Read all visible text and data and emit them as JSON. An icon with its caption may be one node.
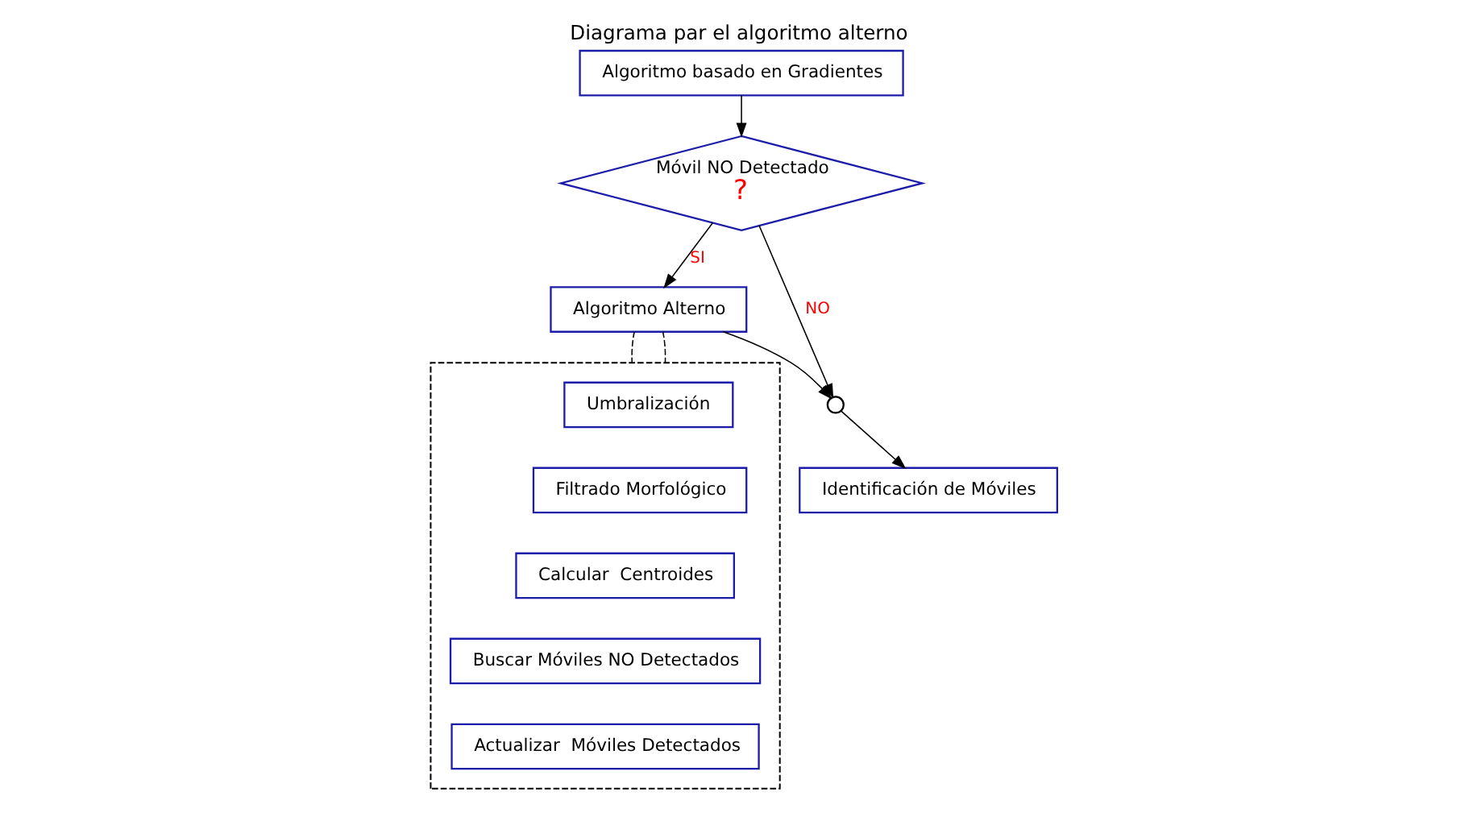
{
  "diagram": {
    "title": "Diagrama par el algoritmo alterno",
    "nodes": [
      {
        "text": [
          "Algoritmo basado en Gradientes"
        ]
      },
      {
        "text": [
          "Móvil NO Detectado",
          "?"
        ]
      },
      {
        "text": [
          "Algoritmo Alterno"
        ]
      },
      {
        "text": [],
        "shape": "circle"
      },
      {
        "text": [
          "Identificación de Móviles"
        ]
      },
      {
        "text": [],
        "shape": "box"
      },
      {
        "text": [
          "Umbralización"
        ],
        "in": 5
      },
      {
        "text": [
          "Filtrado Morfológico"
        ],
        "in": 5
      },
      {
        "text": [
          "Calcular  Centroides"
        ],
        "in": 5
      },
      {
        "text": [
          "Buscar Móviles NO Detectados"
        ],
        "in": 5
      },
      {
        "text": [
          "Actualizar  Móviles Detectados"
        ],
        "in": 5
      }
    ],
    "edges": [
      {
        "from": 0,
        "to": 1,
        "arrow": "to"
      },
      {
        "from": 1,
        "to": 2,
        "arrow": "to",
        "label": "SI"
      },
      {
        "from": 1,
        "to": 3,
        "arrow": "to",
        "label": "NO"
      },
      {
        "from": 2,
        "to": 3,
        "arrow": "to"
      },
      {
        "from": 3,
        "to": 4,
        "arrow": "to"
      },
      {
        "from": 2,
        "to": 5,
        "arrow": "none",
        "style": "dashed"
      },
      {
        "from": 2,
        "to": 5,
        "arrow": "none",
        "style": "dashed"
      }
    ]
  }
}
